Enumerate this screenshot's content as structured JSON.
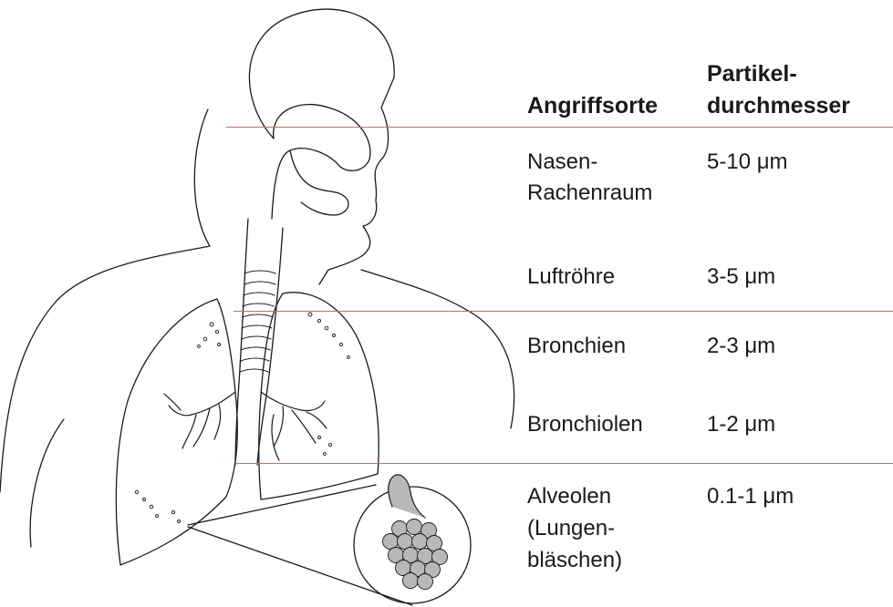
{
  "headers": {
    "location": "Angriffsorte",
    "diameter_line1": "Partikel-",
    "diameter_line2": "durchmesser"
  },
  "rows": [
    {
      "location": [
        "Nasen-",
        "Rachenraum"
      ],
      "diameter": "5-10 μm"
    },
    {
      "location": [
        "Luftröhre"
      ],
      "diameter": "3-5 μm"
    },
    {
      "location": [
        "Bronchien"
      ],
      "diameter": "2-3 μm"
    },
    {
      "location": [
        "Bronchiolen"
      ],
      "diameter": "1-2 μm"
    },
    {
      "location": [
        "Alveolen",
        "(Lungen-",
        "bläschen)"
      ],
      "diameter": "0.1-1 μm"
    }
  ],
  "colors": {
    "divider": "#d9685a",
    "outline": "#1a1a1a",
    "alveoli_fill": "#b8b8b8"
  }
}
